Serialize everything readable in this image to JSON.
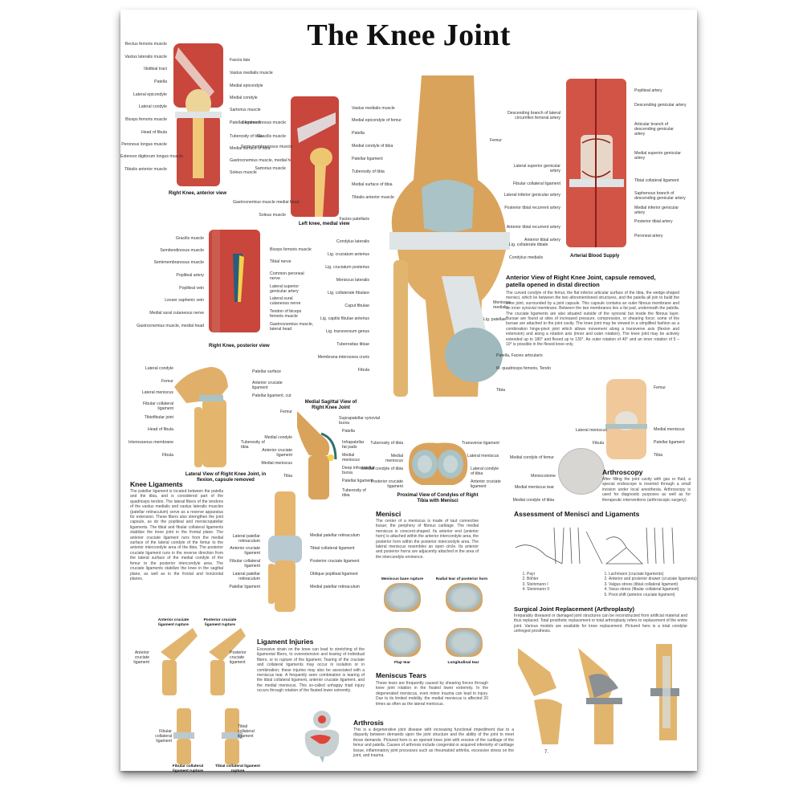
{
  "title": "The Knee Joint",
  "colors": {
    "muscle": "#c8463c",
    "bone": "#e8b86d",
    "cartilage": "#a9c3c6",
    "ligament": "#dfe4e6",
    "text": "#333333"
  },
  "anterior_view": {
    "caption": "Right Knee, anterior view",
    "labels_left": [
      "Rectus femoris muscle",
      "Vastus lateralis muscle",
      "Iliotibial tract",
      "Patella",
      "Lateral epicondyle",
      "Lateral condyle",
      "Biceps femoris muscle",
      "Head of fibula",
      "Peroneus longus muscle",
      "Extensor digitorum longus muscle",
      "Tibialis anterior muscle"
    ],
    "labels_right": [
      "Fascia lata",
      "Vastus medialis muscle",
      "Medial epicondyle",
      "Medial condyle",
      "Sartorius muscle",
      "Patellar ligament",
      "Tuberosity of tibia",
      "Medial surface of tibia",
      "Gastrocnemius muscle, medial head",
      "Soleus muscle"
    ]
  },
  "medial_view": {
    "caption": "Left knee, medial view",
    "labels_left": [
      "Semitendinosus muscle",
      "Gracilis muscle",
      "Semi-membranosus muscle",
      "Sartorius muscle",
      "Gastrocnemius muscle medial head",
      "Soleus muscle"
    ],
    "labels_right": [
      "Vastus medialis muscle",
      "Medial epicondyle of femur",
      "Patella",
      "Medial condyle of tibia",
      "Patellar ligament",
      "Tuberosity of tibia",
      "Medial surface of tibia",
      "Tibialis anterior muscle"
    ]
  },
  "posterior_view": {
    "caption": "Right Knee, posterior view",
    "labels_left": [
      "Gracilis muscle",
      "Semitendinosus muscle",
      "Semimembranosus muscle",
      "Popliteal artery",
      "Popliteal vein",
      "Lesser saphenic vein",
      "Medial sural cutaneous nerve",
      "Gastrocnemius muscle, medial head"
    ],
    "labels_right": [
      "Biceps femoris muscle",
      "Tibial nerve",
      "Common peroneal nerve",
      "Lateral superior genicular artery",
      "Lateral sural cutaneous nerve",
      "Tendon of biceps femoris muscle",
      "Gastrocnemius muscle, lateral head"
    ]
  },
  "main_view": {
    "labels_left": [
      "Facies patellaris",
      "Condylus lateralis",
      "Lig. cruciatum anterius",
      "Lig. cruciatum posterius",
      "Meniscus lateralis",
      "Lig. collaterale fibulare",
      "Caput fibulae",
      "Lig. capitis fibulae anterius",
      "Lig. transversum genus",
      "Tuberositas tibiae",
      "Membrana interossea cruris",
      "Fibula"
    ],
    "labels_right": [
      "Femur",
      "Lig. collaterale tibiale",
      "Condylus medialis",
      "Meniscus medialis",
      "Lig. patellae",
      "Patella, Facies articularis",
      "M. quadriceps femoris, Tendo",
      "Tibia"
    ]
  },
  "blood_supply": {
    "caption": "Arterial Blood Supply",
    "labels_left": [
      "Descending branch of lateral circumflex femoral artery",
      "Lateral superior genicular artery",
      "Fibular collateral ligament",
      "Lateral inferior genicular artery",
      "Posterior tibial recurrent artery",
      "Anterior tibial recurrent artery",
      "Anterior tibial artery"
    ],
    "labels_right": [
      "Popliteal artery",
      "Descending genicular artery",
      "Articular branch of descending genicular artery",
      "Medial superior genicular artery",
      "Tibial collateral ligament",
      "Saphenous branch of descending genicular artery",
      "Medial inferior genicular artery",
      "Posterior tibial artery",
      "Peroneal artery"
    ]
  },
  "anterior_text": {
    "heading": "Anterior View of Right Knee Joint, capsule removed, patella opened in distal direction",
    "body": "The curved condyle of the femur, the flat inferior articular surface of the tibia, the wedge-shaped menisci, which lie between the two aforementioned structures, and the patella all join to build the knee joint, surrounded by a joint capsule. This capsule contains an outer fibrous membrane and an inner synovial membrane. Between the two membranes lies a fat pad, underneath the patella. The cruciate ligaments are also situated outside of the synovial but inside the fibrous layer. Bursae are found at sites of increased pressure, compression, or shearing force; some of the bursae are attached to the joint cavity. The knee joint may be viewed in a simplified fashion as a combination hinge-pivot joint which allows movement along a transverse axis (flexion and extension) and along a rotation axis (inner and outer rotation). The knee joint may be actively extended up to 180° and flexed up to 130°. An outer rotation of 40° and an inner rotation of 5 – 10° is possible in the flexed knee only."
  },
  "lateral_view": {
    "caption": "Lateral View of Right Knee Joint, in flexion, capsule removed",
    "labels_left": [
      "Lateral condyle",
      "Femur",
      "Lateral meniscus",
      "Fibular collateral ligament",
      "Tibiofibular joint",
      "Head of fibula",
      "Interosseous membrane",
      "Fibula"
    ],
    "labels_right": [
      "Patellar surface",
      "Anterior cruciate ligament",
      "Patellar ligament, cut",
      "Tuberosity of tibia"
    ]
  },
  "sagittal_view": {
    "caption": "Medial Sagittal View of Right Knee Joint",
    "labels_left": [
      "Femur",
      "Medial condyle",
      "Anterior cruciate ligament",
      "Medial meniscus",
      "Tibia"
    ],
    "labels_right": [
      "Suprapatellar synovial bursa",
      "Patella",
      "Infrapatellar fat pads",
      "Medial meniscus",
      "Deep infrapatellar bursa",
      "Patellar ligament",
      "Tuberosity of tibia"
    ]
  },
  "proximal_view": {
    "caption": "Proximal View of Condyles of Right Tibia with Menisci",
    "labels_left": [
      "Tuberosity of tibia",
      "Medial meniscus",
      "Medial condyle of tibia",
      "Posterior cruciate ligament"
    ],
    "labels_right": [
      "Transverse ligament",
      "Lateral meniscus",
      "Lateral condyle of tibia",
      "Anterior cruciate ligament"
    ]
  },
  "arthroscopy": {
    "heading": "Arthroscopy",
    "body": "After filling the joint cavity with gas or fluid, a special endoscope is inserted through a small incision under local anesthesia. Arthroscopy is used for diagnostic purposes as well as for therapeutic interventions (arthroscopic surgery).",
    "labels_left": [
      "Lateral meniscus",
      "Fibula",
      "Medial condyle of femur",
      "Meniscotome",
      "Medial meniscus tear",
      "Medial condyle of tibia"
    ],
    "labels_right": [
      "Femur",
      "Medial meniscus",
      "Patellar ligament",
      "Tibia"
    ]
  },
  "knee_ligaments": {
    "heading": "Knee Ligaments",
    "body": "The patellar ligament is located between the patella and the tibia, and is considered part of the quadriceps tendon. The lateral fibers of the tendons of the vastus medialis and vastus lateralis muscles (patellar retinaculum) serve as a reserve apparatus for extension. These fibers also strengthen the joint capsule, as do the popliteal and meniscopatellar ligaments. The tibial and fibular collateral ligaments stabilize the knee joint in the frontal plane. The anterior cruciate ligament runs from the medial surface of the lateral condyle of the femur to the anterior intercondyle area of the tibia. The posterior cruciate ligament runs in the reverse direction from the lateral surface of the medial condyle of the femur to the posterior intercondyle area. The cruciate ligaments stabilize the knee in the sagittal plane, as well as in the frontal and horizontal planes.",
    "labels_left": [
      "Lateral patellar retinaculum",
      "Anterior cruciate ligament",
      "Fibular collateral ligament",
      "Lateral patellar retinaculum",
      "Patellar ligament"
    ],
    "labels_right": [
      "Medial patellar retinaculum",
      "Tibial collateral ligament",
      "Posterior cruciate ligament",
      "Oblique popliteal ligament",
      "Medial patellar retinaculum"
    ]
  },
  "menisci": {
    "heading": "Menisci",
    "body": "The center of a meniscus is made of taut connective tissue; the periphery of fibrous cartilage. The medial meniscus is crescent-shaped. Its anterior end (anterior horn) is attached within the anterior intercondyle area, the posterior horn within the posterior intercondyle area. The lateral meniscus resembles an open circle. Its anterior and posterior horns are adjacently attached in the area of the intercondyle eminence."
  },
  "assessment": {
    "heading": "Assessment of Menisci and Ligaments",
    "list_a": [
      "Payr",
      "Böhler",
      "Steinmann I",
      "Steinmann II"
    ],
    "list_b": [
      "Lachmann (cruciate ligaments)",
      "Anterior and posterior drawer (cruciate ligaments)",
      "Valgus stress (tibial collateral ligament)",
      "Varus stress (fibular collateral ligament)",
      "Pivot shift (anterior cruciate ligament)"
    ]
  },
  "ligament_injuries": {
    "heading": "Ligament Injuries",
    "body": "Excessive strain on the knee can lead to stretching of the ligamental fibers, to overextension and tearing of individual fibers, or to rupture of the ligament. Tearing of the cruciate and collateral ligaments may occur in isolation or in combination; these injuries may also be associated with a meniscus tear. A frequently seen combination is tearing of the tibial collateral ligament, anterior cruciate ligament, and the medial meniscus. This so-called unhappy triad injury occurs through rotation of the fixated lower extremity.",
    "figures": [
      {
        "caption": "Anterior cruciate ligament rupture",
        "label": "Anterior cruciate ligament"
      },
      {
        "caption": "Posterior cruciate ligament rupture",
        "label": "Posterior cruciate ligament"
      },
      {
        "caption": "Fibular collateral ligament rupture",
        "label": "Fibular collateral ligament"
      },
      {
        "caption": "Tibial collateral ligament rupture",
        "label": "Tibial collateral ligament"
      }
    ]
  },
  "meniscus_tears": {
    "heading": "Meniscus Tears",
    "figures": [
      "Meniscus base rupture",
      "Radial tear of posterior horn",
      "Flap tear",
      "Longitudinal tear"
    ],
    "body": "These tears are frequently caused by shearing forces through knee joint rotation in the fixated lower extremity. In the degenerated meniscus, even minor trauma can lead to injury. Due to its limited mobility, the medial meniscus is affected 20 times as often as the lateral meniscus."
  },
  "surgical": {
    "heading": "Surgical Joint Replacement (Arthroplasty)",
    "body": "Irreparably diseased or damaged joint structures can be reconstructed from artificial material and thus replaced. Total prosthetic replacement or total arthroplasty refers to replacement of the entire joint. Various models are available for knee replacement. Pictured here is a total condylar unhinged prosthesis.",
    "mark": "7."
  },
  "arthrosis": {
    "heading": "Arthrosis",
    "body": "This is a degenerative joint disease with increasing functional impediment due to a disparity between demands upon the joint structure and the ability of the joint to meet those demands. Pictured here is an opened knee joint with erosion of the cartilage of the femur and patella. Causes of arthrosis include congenital or acquired inferiority of cartilage tissue, inflammatory joint processes such as rheumatoid arthritis, excessive stress on the joint, and trauma."
  }
}
